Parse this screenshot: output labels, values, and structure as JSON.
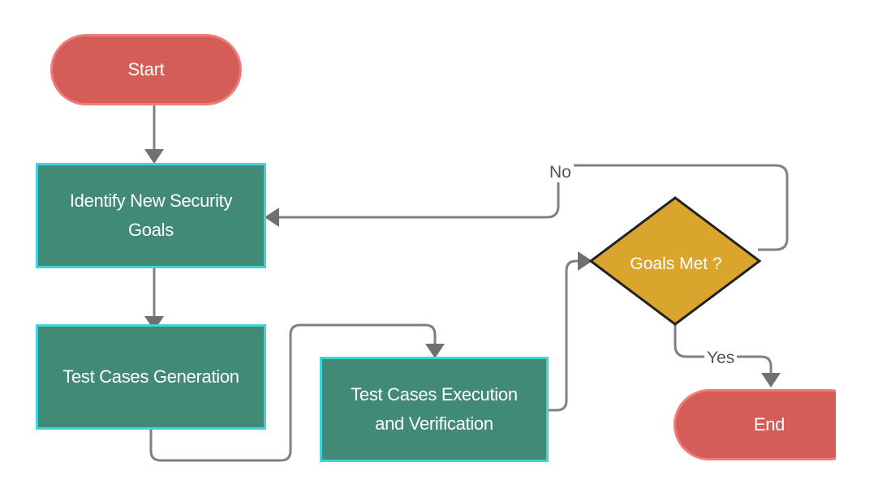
{
  "nodes": {
    "start": "Start",
    "identify": "Identify New Security Goals",
    "generation": "Test Cases Generation",
    "execution": "Test Cases Execution and Verification",
    "decision": "Goals Met ?",
    "end": "End"
  },
  "edge_labels": {
    "no": "No",
    "yes": "Yes"
  },
  "colors": {
    "terminal_fill": "#d55d57",
    "terminal_border": "#f07c7a",
    "process_fill": "#408a76",
    "process_border": "#40d3d8",
    "decision_fill": "#d9a52c",
    "connector": "#808080"
  }
}
